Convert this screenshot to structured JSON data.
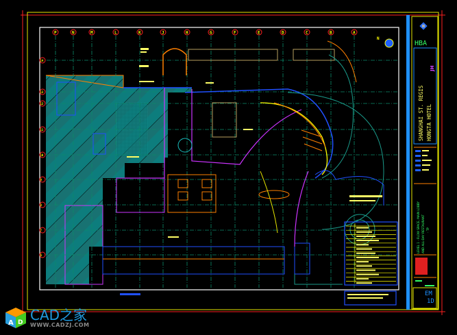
{
  "drawing": {
    "column_grid_labels": [
      "P",
      "N",
      "M",
      "L",
      "K",
      "J",
      "H",
      "G",
      "F",
      "E",
      "D",
      "C",
      "B",
      "A"
    ],
    "row_grid_labels": [
      "14",
      "13",
      "12",
      "11",
      "10",
      "9",
      "8",
      "7",
      "6"
    ],
    "north_label": "N"
  },
  "title_block": {
    "firm": "HBA",
    "reviewer_mark": "JH",
    "project_line1": "SHANGHAI ST. REGIS",
    "project_line2": "HONGTA HOTEL",
    "sheet_title_line1": "LEVEL 1 - FLOW SPACE, MAIN LOBBY",
    "sheet_title_line2": "AND ALL-DAY RESTAURANT",
    "sheet_title_line3": "- TP",
    "discipline": "EM",
    "sheet_number": "1D"
  },
  "watermark": {
    "title": "CAD之家",
    "url": "WWW.CADZJ.COM"
  },
  "colors": {
    "background": "#000000",
    "border_red": "#ff2020",
    "border_yellow": "#e6e600",
    "grid_teal": "#0b8a6a",
    "hatch": "#0e8f8f",
    "wall_orange": "#ff8000",
    "wall_magenta": "#cc33ff",
    "wall_blue": "#2050ff"
  }
}
